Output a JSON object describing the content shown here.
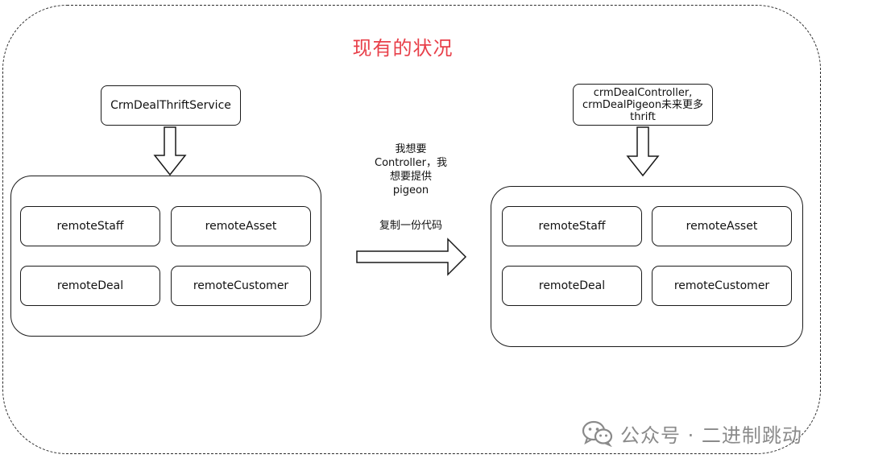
{
  "title": "现有的状况",
  "left": {
    "service": "CrmDealThriftService",
    "items": [
      "remoteStaff",
      "remoteAsset",
      "remoteDeal",
      "remoteCustomer"
    ]
  },
  "middle": {
    "note_lines": [
      "我想要",
      "Controller，我",
      "想要提供",
      "pigeon"
    ],
    "copy_text": "复制一份代码"
  },
  "right": {
    "service_lines": [
      "crmDealController,",
      "crmDealPigeon未来更多",
      "thrift"
    ],
    "items": [
      "remoteStaff",
      "remoteAsset",
      "remoteDeal",
      "remoteCustomer"
    ]
  },
  "watermark": {
    "text": "公众号 · 二进制跳动",
    "icon": "wechat-icon"
  }
}
